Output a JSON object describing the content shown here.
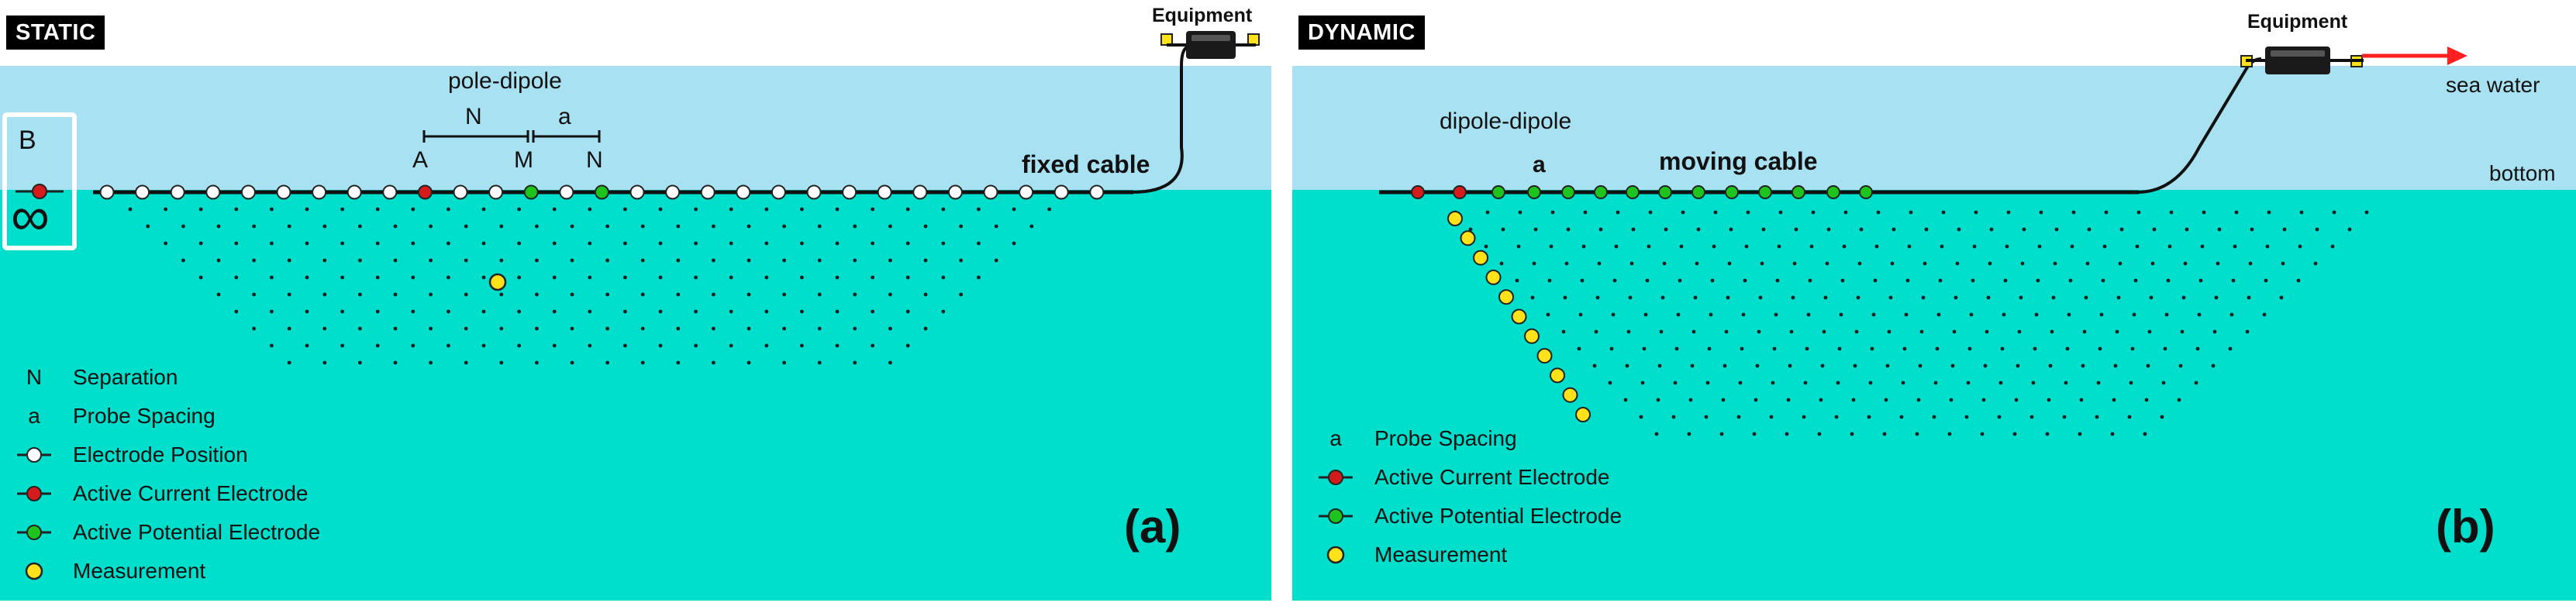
{
  "colors": {
    "sea": "#a8e2f2",
    "bottom": "#00dfcc",
    "electrode_off": "#ffffff",
    "current": "#d41c1c",
    "potential": "#1ec41e",
    "measurement": "#ffe21a",
    "arrow": "#ff2020",
    "dot": "#1e1e1e"
  },
  "panel_a": {
    "tag": "STATIC",
    "equipment": "Equipment",
    "array_name": "pole-dipole",
    "cable": "fixed cable",
    "spacing_N": "N",
    "spacing_a": "a",
    "electrode_A": "A",
    "electrode_M": "M",
    "electrode_N": "N",
    "remote_B": "B",
    "infinity": "∞",
    "panel_label": "(a)",
    "legend": [
      {
        "symbol": "N",
        "text": "Separation"
      },
      {
        "symbol": "a",
        "text": "Probe Spacing"
      },
      {
        "symbol": "electrode-white",
        "text": "Electrode Position"
      },
      {
        "symbol": "electrode-red",
        "text": "Active Current Electrode"
      },
      {
        "symbol": "electrode-green",
        "text": "Active Potential Electrode"
      },
      {
        "symbol": "measurement-yellow",
        "text": "Measurement"
      }
    ]
  },
  "panel_b": {
    "tag": "DYNAMIC",
    "equipment": "Equipment",
    "array_name": "dipole-dipole",
    "cable": "moving cable",
    "spacing_a": "a",
    "sea_water": "sea water",
    "bottom": "bottom",
    "panel_label": "(b)",
    "legend": [
      {
        "symbol": "a",
        "text": "Probe Spacing"
      },
      {
        "symbol": "electrode-red",
        "text": "Active Current Electrode"
      },
      {
        "symbol": "electrode-green",
        "text": "Active Potential Electrode"
      },
      {
        "symbol": "measurement-yellow",
        "text": "Measurement"
      }
    ]
  }
}
